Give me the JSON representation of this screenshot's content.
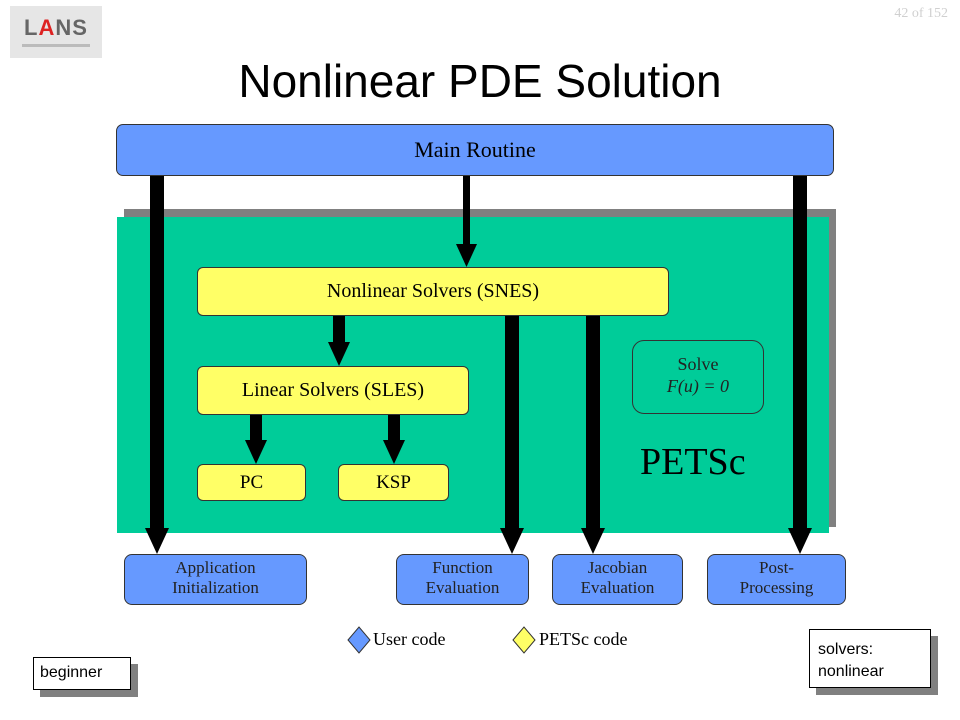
{
  "logo": {
    "text_left": "L",
    "text_accent": "A",
    "text_right": "NS"
  },
  "page_number": "42 of 152",
  "title": "Nonlinear PDE Solution",
  "main_routine": "Main Routine",
  "petsc": {
    "label": "PETSc",
    "snes": "Nonlinear Solvers (SNES)",
    "sles": "Linear Solvers (SLES)",
    "pc": "PC",
    "ksp": "KSP",
    "solve": {
      "line1": "Solve",
      "line2": "F(u) = 0"
    }
  },
  "user_boxes": {
    "app": {
      "line1": "Application",
      "line2": "Initialization"
    },
    "func": {
      "line1": "Function",
      "line2": "Evaluation"
    },
    "jac": {
      "line1": "Jacobian",
      "line2": "Evaluation"
    },
    "post": {
      "line1": "Post-",
      "line2": "Processing"
    }
  },
  "legend": {
    "user": "User code",
    "petsc": "PETSc code"
  },
  "tags": {
    "left": "beginner",
    "right_line1": "solvers:",
    "right_line2": "nonlinear"
  },
  "colors": {
    "user_code": "#6699ff",
    "petsc_code": "#ffff66",
    "petsc_area": "#00cc99"
  }
}
